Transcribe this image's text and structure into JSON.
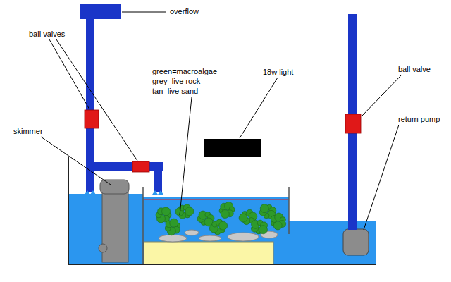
{
  "diagram": {
    "labels": [
      "overflow",
      "ball valves",
      "skimmer",
      "green=macroalgae",
      "grey=live rock",
      "tan=live sand",
      "18w light",
      "ball valve",
      "return pump"
    ]
  }
}
